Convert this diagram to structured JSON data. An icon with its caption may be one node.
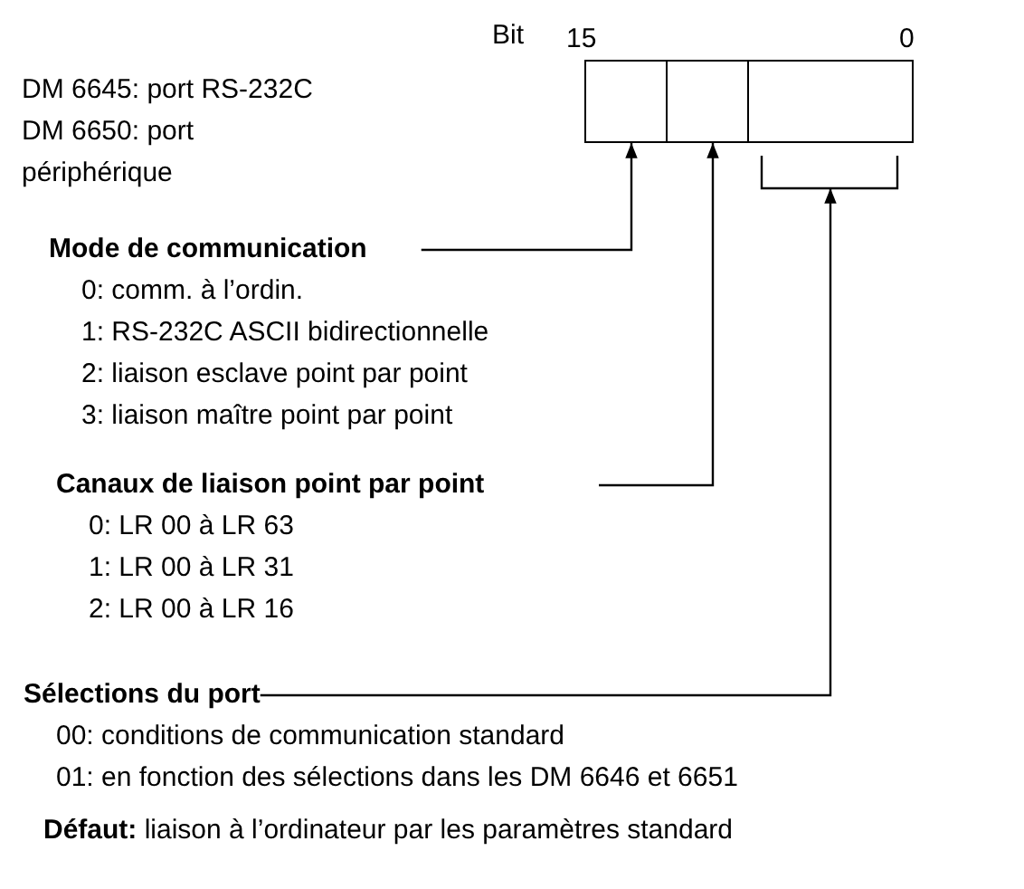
{
  "diagram": {
    "nodes": [
      {
        "text": [],
        "shape": "box"
      },
      {
        "text": [],
        "shape": "box"
      },
      {
        "text": [],
        "shape": "box"
      },
      {
        "text": [
          "Mode de communication",
          "0: comm. à l’ordin.",
          "1: RS-232C ASCII bidirectionnelle",
          "2: liaison esclave point par point",
          "3: liaison maître point par point"
        ]
      },
      {
        "text": [
          "Canaux de liaison point par point",
          "0: LR 00 à LR 63",
          "1: LR 00 à LR 31",
          "2: LR 00 à LR 16"
        ]
      },
      {
        "text": [
          "Sélections du port",
          "00: conditions de communication standard",
          "01: en fonction des sélections dans les DM 6646 et 6651"
        ]
      }
    ],
    "edges": [
      {
        "from": 3,
        "to": 0,
        "arrow": "to"
      },
      {
        "from": 4,
        "to": 1,
        "arrow": "to"
      },
      {
        "from": 5,
        "to": 2,
        "arrow": "to"
      }
    ],
    "labels": [
      "Bit",
      "15",
      "0",
      "DM 6645: port RS-232C",
      "DM 6650: port périphérique",
      "**Défaut:** liaison à l’ordinateur par les paramètres standard"
    ]
  }
}
